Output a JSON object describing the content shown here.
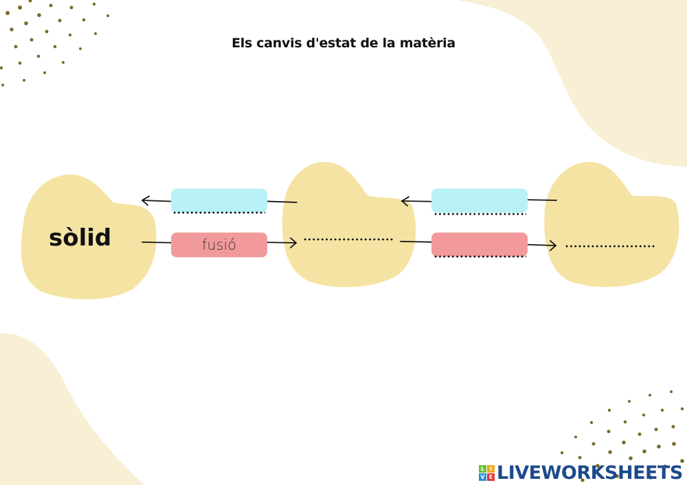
{
  "title": "Els canvis d'estat de la matèria",
  "states": [
    {
      "label": "sòlid",
      "fill": "#f5e3a4"
    },
    {
      "label": "",
      "fill": "#f5e3a4"
    },
    {
      "label": "",
      "fill": "#f5e3a4"
    }
  ],
  "transitions": {
    "forward": [
      {
        "label": "fusió",
        "color": "#f29a9b",
        "answer": ""
      },
      {
        "label": "",
        "color": "#f29a9b",
        "answer": ""
      }
    ],
    "backward": [
      {
        "label": "",
        "color": "#b8f1f6",
        "answer": ""
      },
      {
        "label": "",
        "color": "#b8f1f6",
        "answer": ""
      }
    ]
  },
  "blanks": {
    "state_2": "",
    "state_3": ""
  },
  "colors": {
    "background_blob": "#f8efd4",
    "state_blob": "#f5e3a4",
    "dots": "#7a6a2a",
    "brand": "#1d4a8c"
  },
  "branding": {
    "logo_letters": [
      "L",
      "I",
      "V",
      "E"
    ],
    "logo_text": "LIVEWORKSHEETS"
  }
}
